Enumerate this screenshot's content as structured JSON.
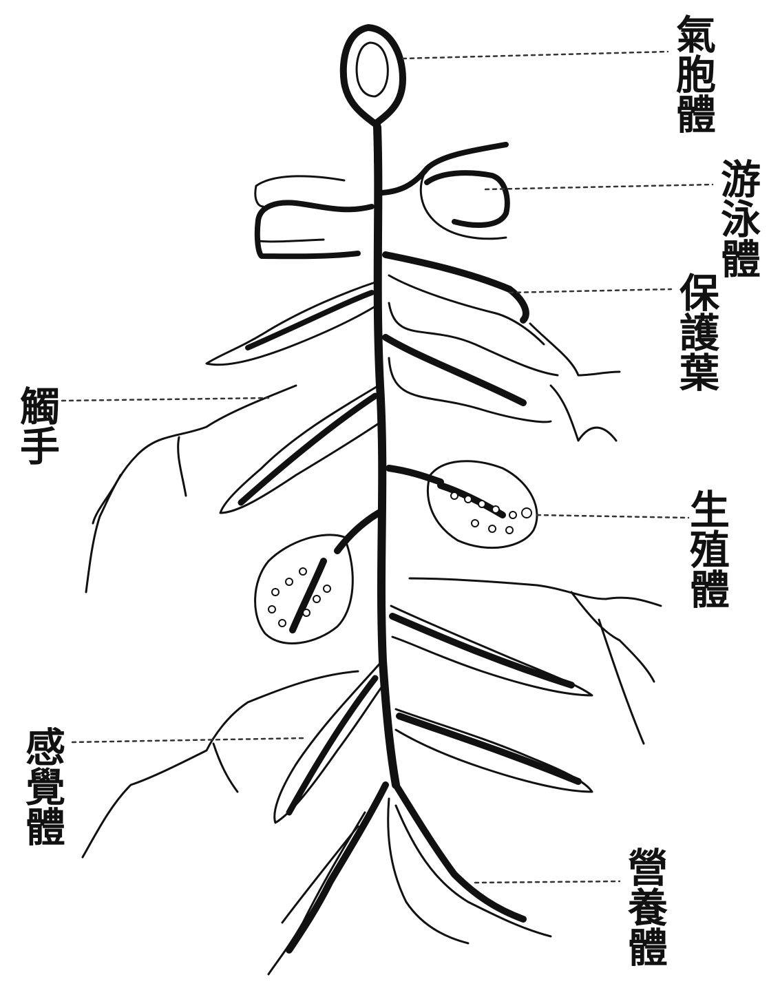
{
  "labels": {
    "pneumatophore": "氣胞體",
    "nectophore": "游泳體",
    "bract": "保護葉",
    "tentacle": "觸手",
    "gonophore": "生殖體",
    "palpon": "感覺體",
    "gastrozooid": "營養體"
  },
  "colors": {
    "ink": "#111111",
    "paper": "#ffffff"
  }
}
